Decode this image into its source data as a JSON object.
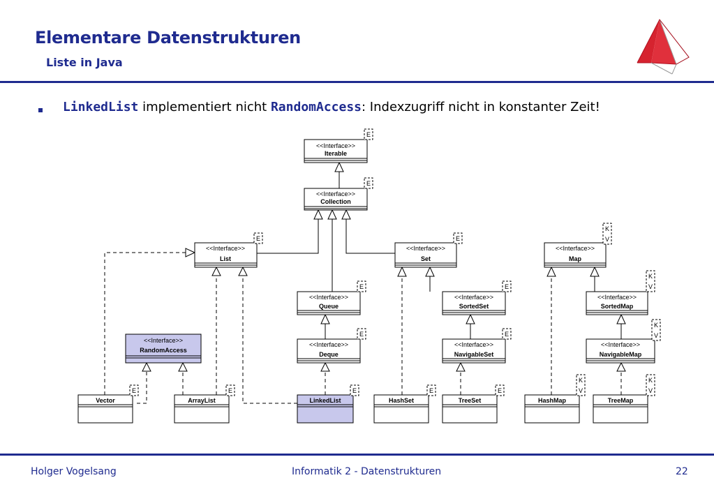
{
  "header": {
    "title": "Elementare Datenstrukturen",
    "subtitle": "Liste in Java"
  },
  "bullet": {
    "code1": "LinkedList",
    "text1": " implementiert nicht ",
    "code2": "RandomAccess",
    "text2": ": Indexzugriff nicht in konstanter Zeit!"
  },
  "diagram": {
    "stereotype": "<<Interface>>",
    "interfaces": {
      "iterable": "Iterable",
      "collection": "Collection",
      "list": "List",
      "set": "Set",
      "map": "Map",
      "queue": "Queue",
      "sortedset": "SortedSet",
      "sortedmap": "SortedMap",
      "randomaccess": "RandomAccess",
      "deque": "Deque",
      "navigableset": "NavigableSet",
      "navigablemap": "NavigableMap"
    },
    "classes": {
      "vector": "Vector",
      "arraylist": "ArrayList",
      "linkedlist": "LinkedList",
      "hashset": "HashSet",
      "treeset": "TreeSet",
      "hashmap": "HashMap",
      "treemap": "TreeMap"
    },
    "type_params": {
      "e": "E",
      "k": "K",
      "v": "V"
    },
    "colors": {
      "box_fill": "#ffffff",
      "highlight_fill": "#c8c8ec",
      "line": "#000000"
    }
  },
  "footer": {
    "author": "Holger Vogelsang",
    "course": "Informatik 2 - Datenstrukturen",
    "page": "22"
  }
}
